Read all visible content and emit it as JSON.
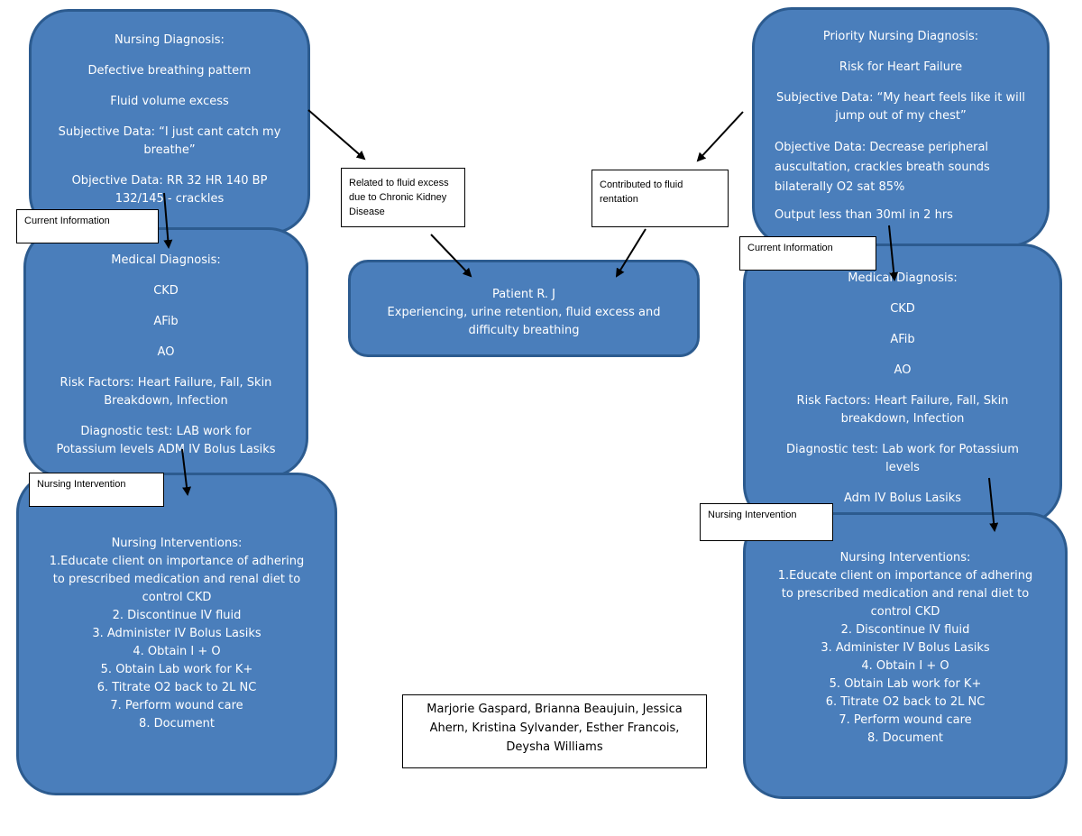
{
  "left": {
    "nursing_diagnosis": {
      "title": "Nursing Diagnosis:",
      "item1": "Defective breathing pattern",
      "item2": "Fluid volume excess",
      "subjective": "Subjective Data: “I just cant catch my breathe”",
      "objective": "Objective Data: RR 32 HR 140 BP 132/145 - crackles"
    },
    "current_info_label": "Current Information",
    "medical_diagnosis": {
      "title": "Medical Diagnosis:",
      "item1": "CKD",
      "item2": "AFib",
      "item3": "AO",
      "risk": "Risk Factors: Heart Failure, Fall, Skin Breakdown, Infection",
      "diagnostic": "Diagnostic test: LAB work for Potassium levels ADM IV Bolus Lasiks"
    },
    "intervention_label": "Nursing Intervention",
    "interventions": {
      "title": "Nursing Interventions:",
      "items": [
        "1.Educate client on importance of adhering to prescribed medication and renal diet to control CKD",
        "2. Discontinue IV fluid",
        "3. Administer IV Bolus Lasiks",
        "4. Obtain I + O",
        "5. Obtain Lab work for K+",
        "6. Titrate O2 back to 2L NC",
        "7. Perform wound care",
        "8. Document"
      ]
    }
  },
  "center": {
    "related_label": "Related to fluid excess due to Chronic Kidney Disease",
    "contributed_label": "Contributed to fluid rentation",
    "patient": {
      "name": "Patient R. J",
      "description": "Experiencing, urine retention, fluid excess and difficulty breathing"
    },
    "credits": "Marjorie Gaspard, Brianna Beaujuin, Jessica Ahern, Kristina Sylvander, Esther Francois, Deysha Williams"
  },
  "right": {
    "priority_diagnosis": {
      "title": "Priority Nursing Diagnosis:",
      "item1": "Risk for Heart Failure",
      "subjective": "Subjective Data: “My heart feels like it will jump out of my chest”",
      "objective": "Objective Data: Decrease peripheral auscultation, crackles breath sounds bilaterally O2 sat 85%",
      "output": "Output less than 30ml in 2 hrs"
    },
    "current_info_label": "Current Information",
    "medical_diagnosis": {
      "title": "Medical Diagnosis:",
      "item1": "CKD",
      "item2": "AFib",
      "item3": "AO",
      "risk": "Risk Factors: Heart Failure, Fall, Skin breakdown, Infection",
      "diagnostic": "Diagnostic test: Lab work for Potassium levels",
      "adm": "Adm IV Bolus Lasiks"
    },
    "intervention_label": "Nursing Intervention",
    "interventions": {
      "title": "Nursing Interventions:",
      "items": [
        "1.Educate client on importance of adhering to prescribed medication and renal diet to control CKD",
        "2. Discontinue IV fluid",
        "3. Administer IV Bolus Lasiks",
        "4. Obtain I + O",
        "5. Obtain Lab work for K+",
        "6. Titrate O2 back to 2L NC",
        "7. Perform wound care",
        "8. Document"
      ]
    }
  },
  "colors": {
    "box_fill": "#4a7ebb",
    "box_border": "#2c5b8f",
    "text": "#ffffff"
  }
}
